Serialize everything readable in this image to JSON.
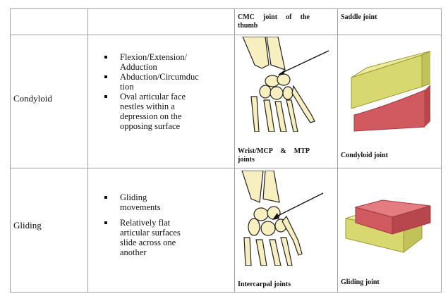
{
  "header": {
    "col3": "CMC joint of the thumb",
    "col4": "Saddle joint"
  },
  "rows": [
    {
      "name": "Condyloid",
      "bullets": [
        "Flexion/Extension/ Adduction",
        "Abduction/Circumduc tion",
        "Oval articular face nestles within a depression on the opposing surface"
      ],
      "image_caption": "Wrist/MCP & MTP joints",
      "model_caption": "Condyloid joint"
    },
    {
      "name": "Gliding",
      "bullets": [
        "Gliding movements",
        "Relatively flat articular surfaces slide across one another"
      ],
      "image_caption": "Intercarpal joints",
      "model_caption": "Gliding joint"
    }
  ],
  "colors": {
    "border": "#a0a0a0",
    "bone": "#f7efbf",
    "yellow_block": "#d8d870",
    "red_block": "#d05a60"
  }
}
